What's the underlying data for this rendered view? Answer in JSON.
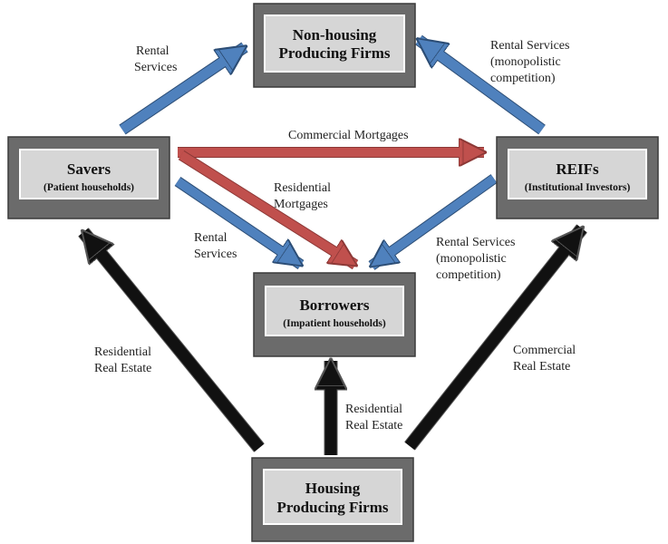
{
  "colors": {
    "blue_arrow": "#4f81bd",
    "red_arrow": "#c0504d",
    "black_arrow": "#111111",
    "node_outer": "#6b6b6b",
    "node_inner": "#d6d6d6"
  },
  "nodes": {
    "nonhousing": {
      "title_line1": "Non-housing",
      "title_line2": "Producing Firms"
    },
    "savers": {
      "title": "Savers",
      "subtitle": "(Patient households)"
    },
    "reifs": {
      "title": "REIFs",
      "subtitle": "(Institutional Investors)"
    },
    "borrowers": {
      "title": "Borrowers",
      "subtitle": "(Impatient households)"
    },
    "housing": {
      "title_line1": "Housing",
      "title_line2": "Producing Firms"
    }
  },
  "edges": {
    "savers_to_nonhousing": {
      "label_line1": "Rental",
      "label_line2": "Services",
      "color": "blue"
    },
    "reifs_to_nonhousing": {
      "label_line1": "Rental Services",
      "label_line2": "(monopolistic",
      "label_line3": "competition)",
      "color": "blue"
    },
    "savers_to_reifs": {
      "label": "Commercial Mortgages",
      "color": "red"
    },
    "savers_to_borrowers_mortgage": {
      "label_line1": "Residential",
      "label_line2": "Mortgages",
      "color": "red"
    },
    "savers_to_borrowers_rental": {
      "label_line1": "Rental",
      "label_line2": "Services",
      "color": "blue"
    },
    "reifs_to_borrowers": {
      "label_line1": "Rental Services",
      "label_line2": "(monopolistic",
      "label_line3": "competition)",
      "color": "blue"
    },
    "housing_to_savers": {
      "label_line1": "Residential",
      "label_line2": "Real Estate",
      "color": "black"
    },
    "housing_to_borrowers": {
      "label_line1": "Residential",
      "label_line2": "Real Estate",
      "color": "black"
    },
    "housing_to_reifs": {
      "label_line1": "Commercial",
      "label_line2": "Real Estate",
      "color": "black"
    }
  }
}
